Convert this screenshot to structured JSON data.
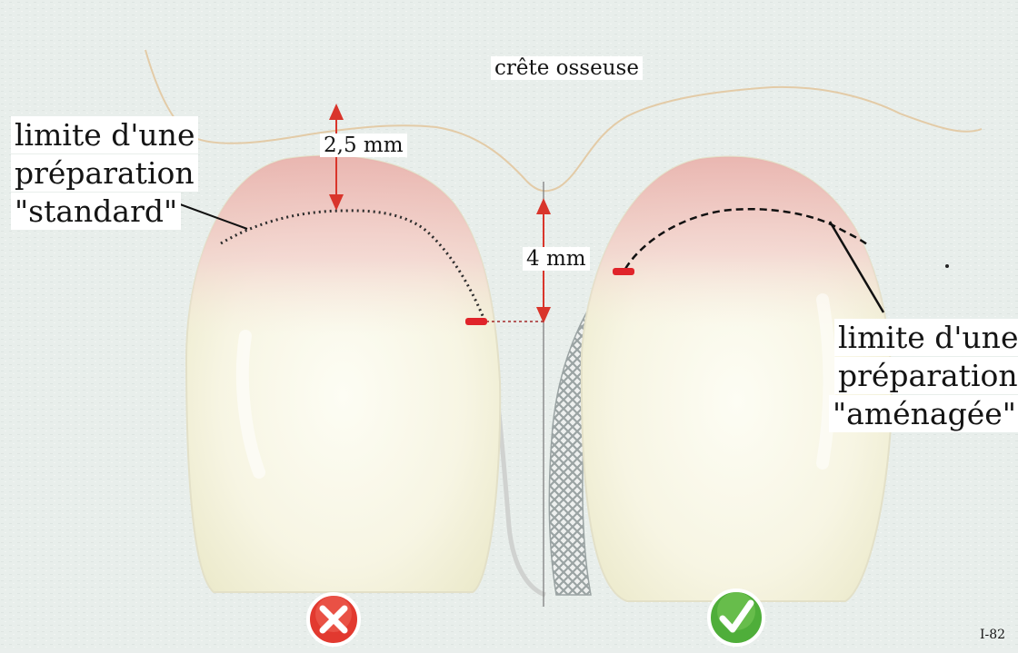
{
  "labels": {
    "bone_crest": "crête osseuse",
    "dim_left": "2,5 mm",
    "dim_center": "4 mm",
    "left_limit": [
      "limite d'une",
      "préparation",
      "\"standard\""
    ],
    "right_limit": [
      "limite d'une",
      "préparation",
      "\"aménagée\""
    ],
    "figure_ref": "I-82"
  },
  "icons": {
    "left": "cross-icon",
    "right": "check-icon"
  },
  "colors": {
    "arrow": "#d9352b",
    "margin_mark": "#e0242a",
    "cross_badge": "#e2392f",
    "check_badge": "#4fae3a"
  }
}
